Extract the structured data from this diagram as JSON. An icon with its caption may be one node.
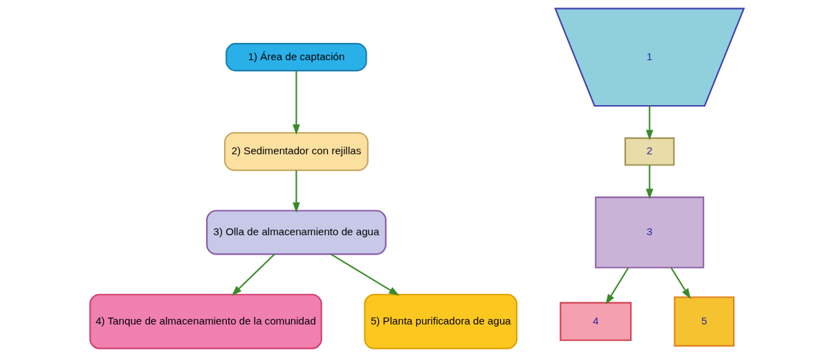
{
  "diagram": {
    "nodes": [
      {
        "text": [
          "1) Área de captación"
        ]
      },
      {
        "text": [
          "2) Sedimentador con rejillas"
        ]
      },
      {
        "text": [
          "3) Olla de almacenamiento de agua"
        ]
      },
      {
        "text": [
          "4) Tanque de almacenamiento de la comunidad"
        ]
      },
      {
        "text": [
          "5) Planta purificadora de agua"
        ]
      },
      {
        "text": [
          "1"
        ]
      },
      {
        "text": [
          "2"
        ]
      },
      {
        "text": [
          "3"
        ]
      },
      {
        "text": [
          "4"
        ]
      },
      {
        "text": [
          "5"
        ]
      }
    ],
    "edges": [
      {
        "from": 0,
        "to": 1,
        "arrow": "to"
      },
      {
        "from": 1,
        "to": 2,
        "arrow": "to"
      },
      {
        "from": 2,
        "to": 3,
        "arrow": "to"
      },
      {
        "from": 2,
        "to": 4,
        "arrow": "to"
      },
      {
        "from": 5,
        "to": 6,
        "arrow": "to"
      },
      {
        "from": 6,
        "to": 7,
        "arrow": "to"
      },
      {
        "from": 7,
        "to": 8,
        "arrow": "to"
      },
      {
        "from": 7,
        "to": 9,
        "arrow": "to"
      }
    ]
  }
}
